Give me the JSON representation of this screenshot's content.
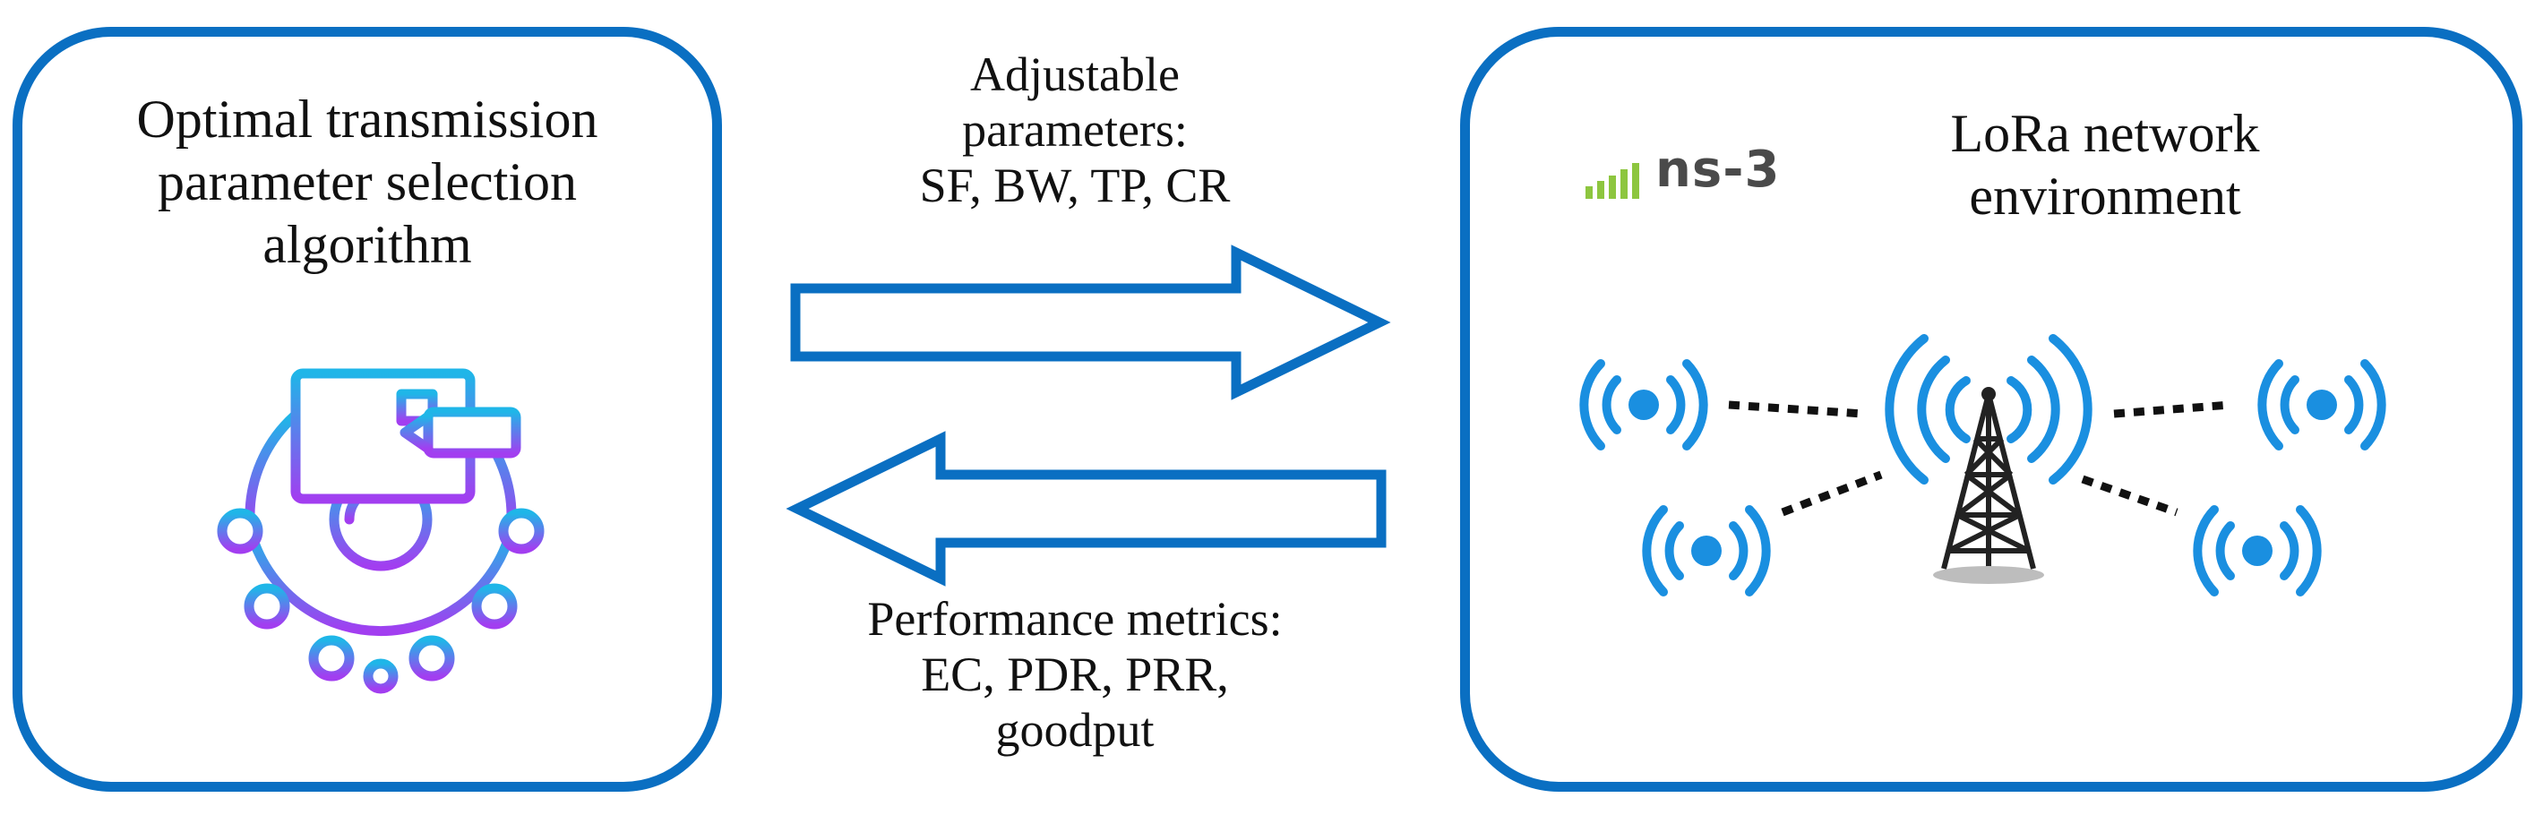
{
  "algorithm_panel": {
    "title_lines": [
      "Optimal transmission",
      "parameter selection",
      "algorithm"
    ],
    "icon": "algorithm-book-magnifier-icon"
  },
  "network_panel": {
    "logo_text": "ns-3",
    "title_lines": [
      "LoRa network",
      "environment"
    ],
    "icons": [
      "antenna-tower-icon",
      "end-device-signal-icon"
    ]
  },
  "adjustable_parameters": {
    "lines": [
      "Adjustable",
      "parameters:",
      "SF, BW, TP, CR"
    ]
  },
  "performance_metrics": {
    "lines": [
      "Performance metrics:",
      "EC, PDR, PRR,",
      "goodput"
    ]
  },
  "colors": {
    "border": "#0a6fc2",
    "signal": "#1a8fe0",
    "tower": "#222222",
    "logo_green": "#8dc63f",
    "gradient_start": "#1fb6e8",
    "gradient_end": "#a23ef0"
  }
}
